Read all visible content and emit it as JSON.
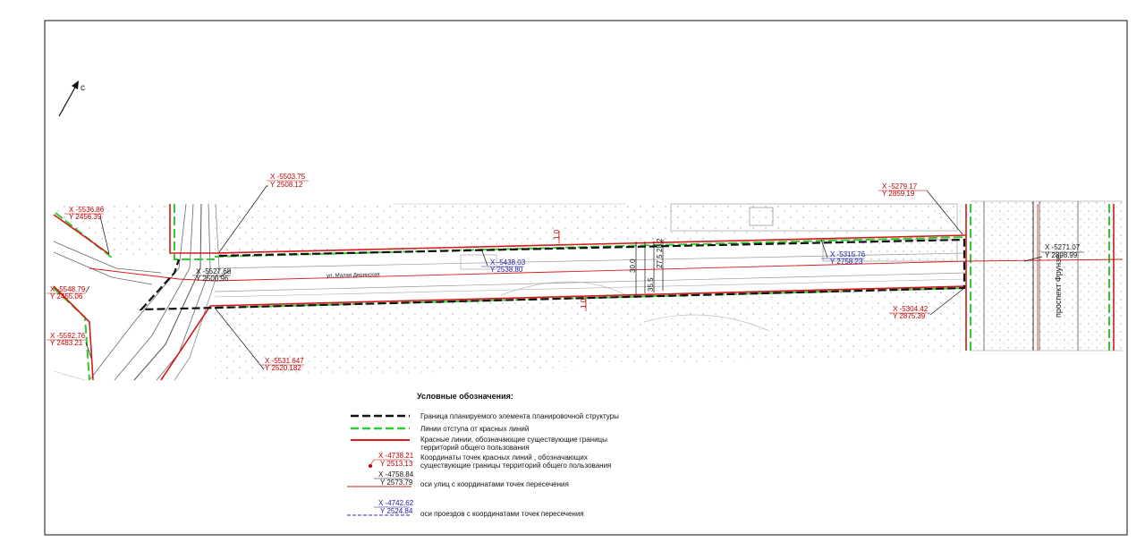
{
  "north_label": "с",
  "street_label": "ул. Малая Деринская",
  "avenue_label": "проспект Фрунзе",
  "width_marks": [
    "1.0",
    "1.0",
    "30.0",
    "35.5",
    "27.5",
    "28.2"
  ],
  "colors": {
    "boundary": "#111111",
    "setback": "#2ecc2e",
    "red_line": "#d41a1a",
    "axis_red": "#d41a1a",
    "axis_blue": "#2a2ad0",
    "text_red": "#c00000",
    "text_blue": "#1a1aa8"
  },
  "coords": [
    {
      "x": "X -5503.75",
      "y": "Y  2508.12",
      "color": "red"
    },
    {
      "x": "X -5536.86",
      "y": "Y  2456.39",
      "color": "red"
    },
    {
      "x": "X -5548.79",
      "y": "Y  2455.06",
      "color": "red"
    },
    {
      "x": "X -5592.76",
      "y": "Y  2483.21",
      "color": "red"
    },
    {
      "x": "X -5527.68",
      "y": "Y  2500.96",
      "color": "black"
    },
    {
      "x": "X -5531.647",
      "y": "Y  2520.182",
      "color": "red"
    },
    {
      "x": "X -5438.03",
      "y": "Y  2538.80",
      "color": "blue"
    },
    {
      "x": "X -5315.76",
      "y": "Y  2758.23",
      "color": "blue"
    },
    {
      "x": "X -5279.17",
      "y": "Y  2859.19",
      "color": "red"
    },
    {
      "x": "X -5271.07",
      "y": "Y  2898.99",
      "color": "black"
    },
    {
      "x": "X -5304.42",
      "y": "Y  2875.39",
      "color": "red"
    }
  ],
  "legend": {
    "title": "Условные обозначения:",
    "items": [
      {
        "label_lines": [
          "Граница планируемого элемента планировочной структуры"
        ]
      },
      {
        "label_lines": [
          "Линии отступа от красных линий"
        ]
      },
      {
        "label_lines": [
          "Красные линии, обозначающие существующие границы",
          "территорий общего пользования"
        ]
      },
      {
        "label_lines": [
          "Координаты точек красных линий , обозначающих",
          "существующие границы территорий общего пользования"
        ],
        "x": "X -4738.21",
        "y": "Y  2513.13"
      },
      {
        "label_lines": [
          "оси улиц с координатами точек пересечения"
        ],
        "x": "X -4758.84",
        "y": "Y  2573.79"
      },
      {
        "label_lines": [
          "оси проездов с координатами точек пересечения"
        ],
        "x": "X -4742.62",
        "y": "Y  2524.84"
      }
    ]
  }
}
